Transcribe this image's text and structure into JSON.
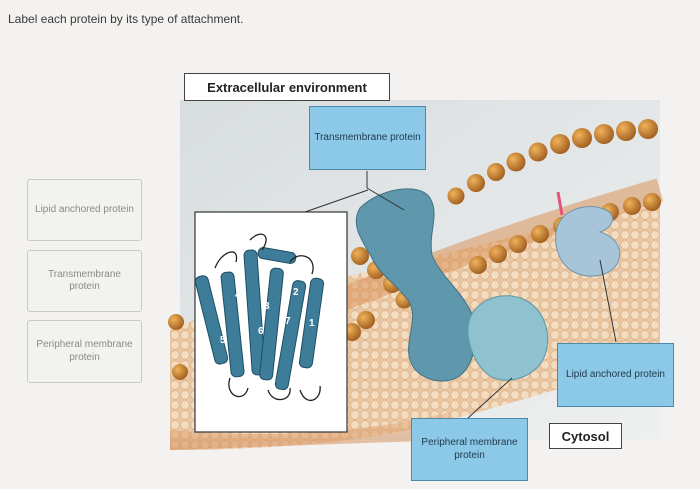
{
  "instruction": "Label each protein by its type of attachment.",
  "label_bank": [
    {
      "text": "Lipid anchored protein"
    },
    {
      "text": "Transmembrane protein"
    },
    {
      "text": "Peripheral membrane protein"
    }
  ],
  "diagram": {
    "region_top": "Extracellular environment",
    "region_bottom": "Cytosol",
    "helix_numbers": [
      "4",
      "3",
      "2",
      "7",
      "1",
      "5",
      "6"
    ],
    "placed_labels": {
      "transmembrane": "Transmembrane protein",
      "lipid_anchored": "Lipid anchored protein",
      "peripheral": "Peripheral membrane protein"
    }
  },
  "colors": {
    "target_fill": "#8cc8e8",
    "protein": "#5f97ad",
    "head_group": "#c9822e"
  }
}
